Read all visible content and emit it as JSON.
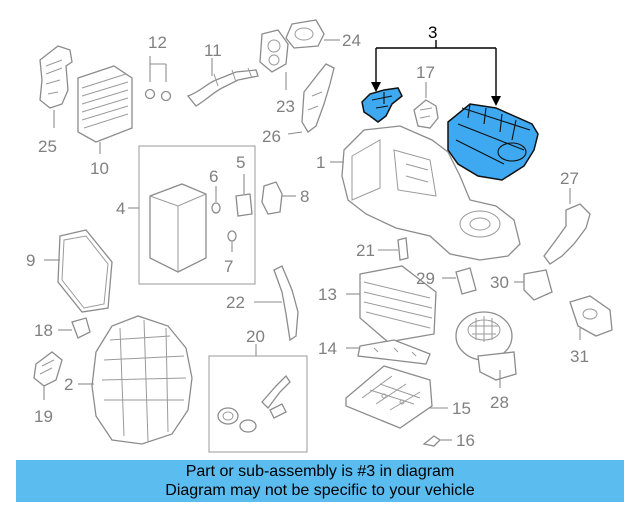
{
  "diagram": {
    "callouts": {
      "c1": "1",
      "c2": "2",
      "c3": "3",
      "c4": "4",
      "c5": "5",
      "c6": "6",
      "c7": "7",
      "c8": "8",
      "c9": "9",
      "c10": "10",
      "c11": "11",
      "c12": "12",
      "c13": "13",
      "c14": "14",
      "c15": "15",
      "c16": "16",
      "c17": "17",
      "c18": "18",
      "c19": "19",
      "c20": "20",
      "c21": "21",
      "c22": "22",
      "c23": "23",
      "c24": "24",
      "c25": "25",
      "c26": "26",
      "c27": "27",
      "c28": "28",
      "c29": "29",
      "c30": "30",
      "c31": "31"
    },
    "highlighted_part": "3",
    "colors": {
      "highlight_fill": "#3ea8f0",
      "banner_background": "#5bbcf0",
      "line_gray": "#8c8c8c"
    }
  },
  "banner": {
    "line1": "Part or sub-assembly is #3 in diagram",
    "line2": "Diagram may not be specific to your vehicle"
  }
}
